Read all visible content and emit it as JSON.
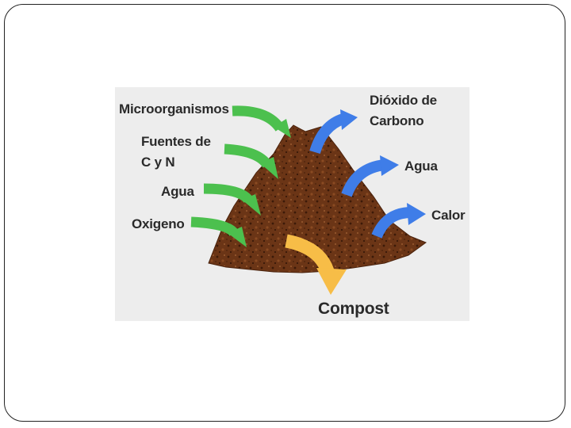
{
  "colors": {
    "inputs_arrow": "#4cc04e",
    "outputs_arrow": "#3f7de8",
    "compost_arrow": "#f7bd47",
    "pile": "#6a3416",
    "background": "#ededed"
  },
  "inputs": [
    {
      "label": "Microorganismos"
    },
    {
      "label_line1": "Fuentes de",
      "label_line2": "C y N"
    },
    {
      "label": "Agua"
    },
    {
      "label": "Oxigeno"
    }
  ],
  "outputs": [
    {
      "label_line1": "Dióxido de",
      "label_line2": "Carbono"
    },
    {
      "label": "Agua"
    },
    {
      "label": "Calor"
    }
  ],
  "product": {
    "label": "Compost"
  }
}
